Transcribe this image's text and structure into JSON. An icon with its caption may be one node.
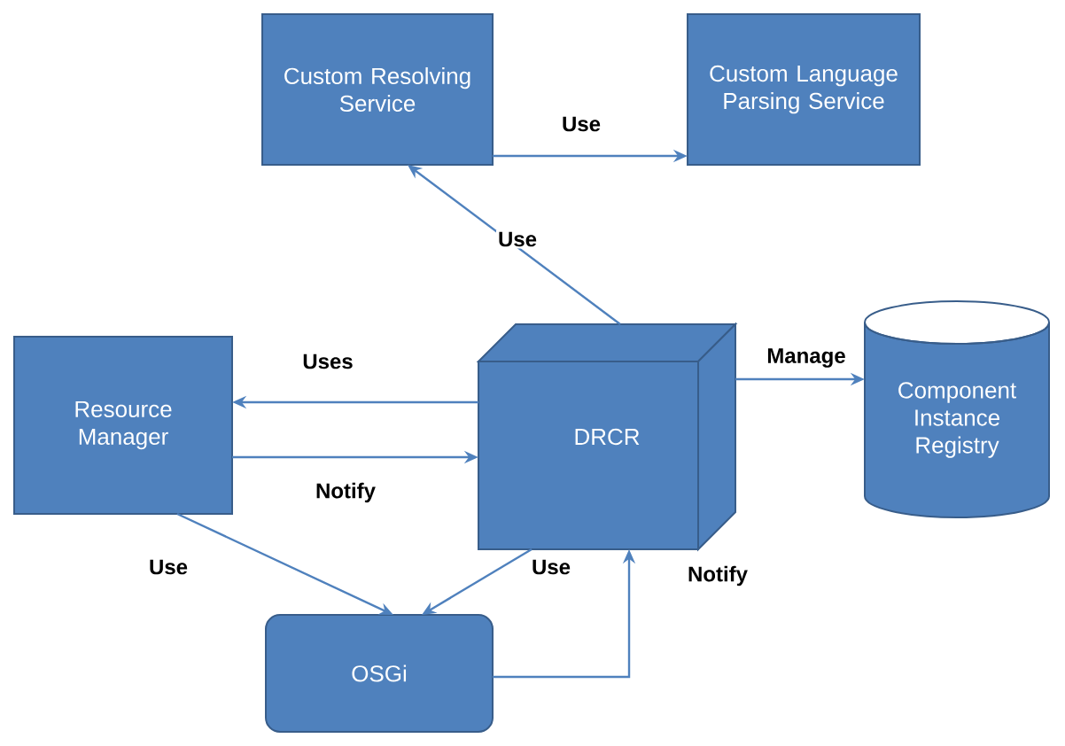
{
  "diagram": {
    "nodes": [
      {
        "text": [
          "Custom Resolving Service"
        ]
      },
      {
        "text": [
          "Custom Language Parsing Service"
        ]
      },
      {
        "text": [
          "Resource Manager"
        ]
      },
      {
        "text": [
          "DRCR"
        ]
      },
      {
        "text": [
          "Component Instance Registry"
        ]
      },
      {
        "text": [
          "OSGi"
        ]
      }
    ],
    "edges": [
      {
        "from": 0,
        "to": 1,
        "arrow": "to",
        "label": "Use"
      },
      {
        "from": 3,
        "to": 0,
        "arrow": "to",
        "label": "Use"
      },
      {
        "from": 3,
        "to": 2,
        "arrow": "to",
        "label": "Uses"
      },
      {
        "from": 2,
        "to": 3,
        "arrow": "to",
        "label": "Notify"
      },
      {
        "from": 3,
        "to": 4,
        "arrow": "to",
        "label": "Manage"
      },
      {
        "from": 2,
        "to": 5,
        "arrow": "to",
        "label": "Use"
      },
      {
        "from": 3,
        "to": 5,
        "arrow": "to",
        "label": "Use"
      },
      {
        "from": 5,
        "to": 3,
        "arrow": "to",
        "label": "Notify"
      }
    ]
  }
}
